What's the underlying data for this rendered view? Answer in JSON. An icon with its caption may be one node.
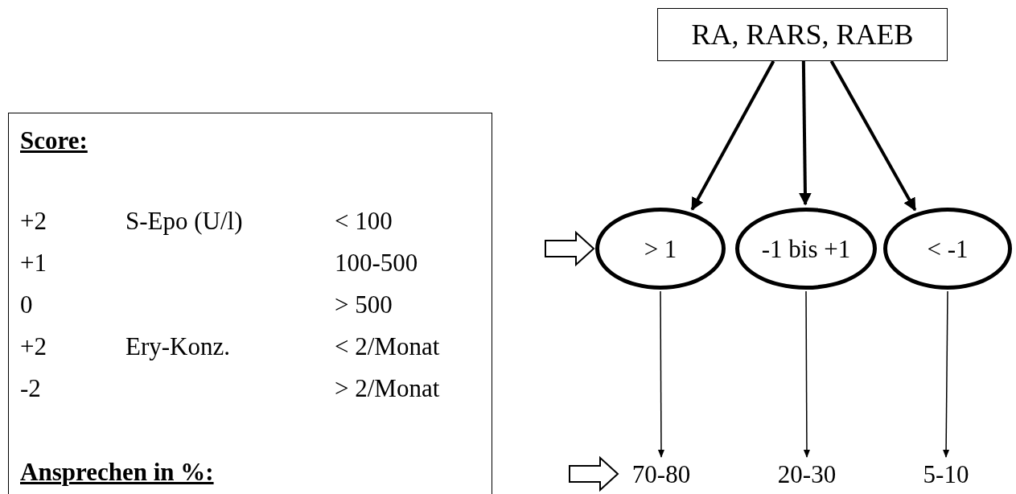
{
  "diagram": {
    "nodes": [
      {
        "text": [
          "Score:",
          "Ansprechen in %:"
        ]
      },
      {
        "text": [
          "RA, RARS, RAEB"
        ]
      },
      {
        "text": [
          "> 1"
        ]
      },
      {
        "text": [
          "-1 bis +1"
        ]
      },
      {
        "text": [
          "< -1"
        ]
      },
      {
        "text": [
          "70-80"
        ]
      },
      {
        "text": [
          "20-30"
        ]
      },
      {
        "text": [
          "5-10"
        ]
      }
    ],
    "edges": [
      {
        "from": 1,
        "to": 2,
        "arrow": "to",
        "style": "thick"
      },
      {
        "from": 1,
        "to": 3,
        "arrow": "to",
        "style": "thick"
      },
      {
        "from": 1,
        "to": 4,
        "arrow": "to",
        "style": "thick"
      },
      {
        "from": 2,
        "to": 5,
        "arrow": "to"
      },
      {
        "from": 3,
        "to": 6,
        "arrow": "to"
      },
      {
        "from": 4,
        "to": 7,
        "arrow": "to"
      },
      {
        "from": null,
        "to": 2,
        "arrow": "to",
        "style": "thick"
      },
      {
        "from": null,
        "to": 5,
        "arrow": "to",
        "style": "thick"
      }
    ],
    "labels": [
      "+2",
      "S-Epo (U/l)",
      "< 100",
      "+1",
      "100-500",
      "0",
      "> 500",
      "+2",
      "Ery-Konz.",
      "< 2/Monat",
      "-2",
      "> 2/Monat"
    ]
  }
}
